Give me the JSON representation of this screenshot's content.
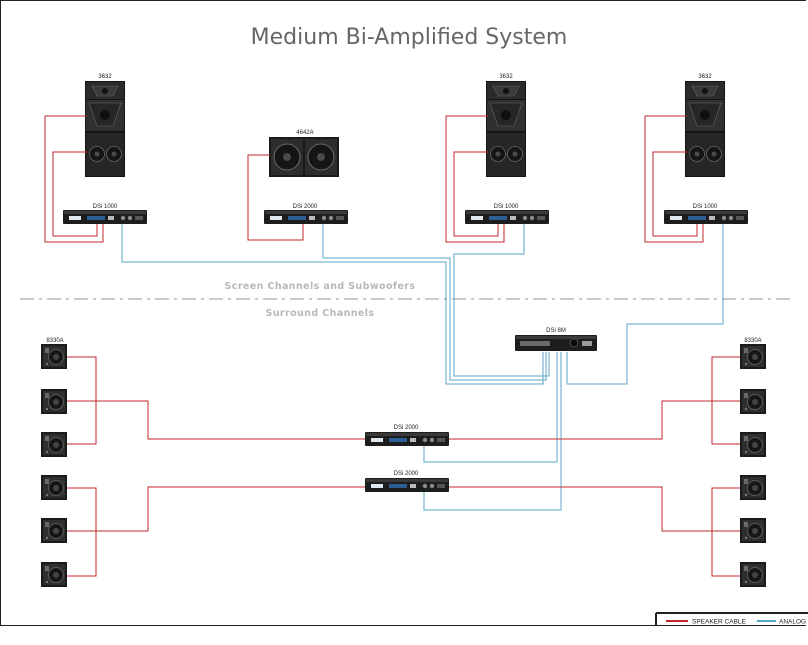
{
  "title": "Medium Bi-Amplified System",
  "sections": {
    "screen": "Screen Channels and Subwoofers",
    "surround": "Surround Channels"
  },
  "speakers": {
    "main": "3632",
    "sub": "4642A",
    "surround_left": "8330A",
    "surround_right": "8330A"
  },
  "amplifiers": {
    "amp1": "DSi 1000",
    "amp2": "DSi 2000",
    "amp3": "DSi 1000",
    "amp4": "DSi 1000",
    "processor": "DSi 8M",
    "surround1": "DSi 2000",
    "surround2": "DSi 2000"
  },
  "legend": {
    "speaker_cable": "SPEAKER CABLE",
    "analog": "ANALOG"
  },
  "colors": {
    "speaker_cable": "#c0282d",
    "analog": "#5aa6c8",
    "divider": "#b8b8b8"
  }
}
